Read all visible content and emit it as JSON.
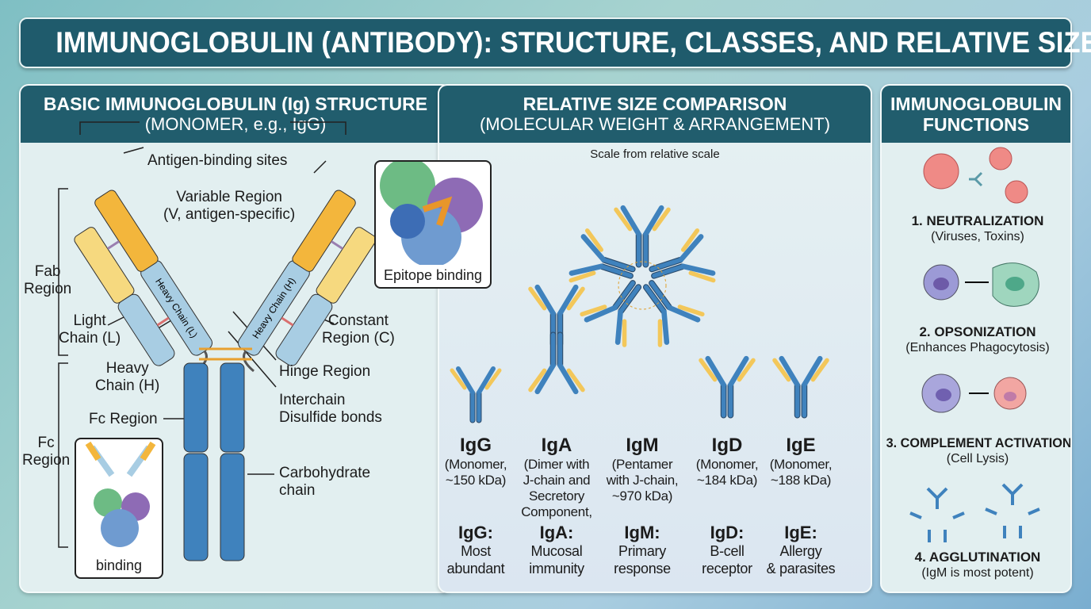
{
  "title": "IMMUNOGLOBULIN (ANTIBODY): STRUCTURE, CLASSES, AND RELATIVE SIZE",
  "structure": {
    "heading": "BASIC IMMUNOGLOBULIN (Ig) STRUCTURE",
    "subheading": "(MONOMER, e.g., IgG)",
    "labels": {
      "antigen_binding": "Antigen-binding sites",
      "variable_1": "Variable Region",
      "variable_2": "(V, antigen-specific)",
      "fab_1": "Fab",
      "fab_2": "Region",
      "light_1": "Light",
      "light_2": "Chain (L)",
      "heavy_l": "Heavy Chain (L)",
      "heavy_h": "Heavy Chain (H)",
      "constant_1": "Constant",
      "constant_2": "Region (C)",
      "heavy2_1": "Heavy",
      "heavy2_2": "Chain (H)",
      "hinge": "Hinge Region",
      "disulfide_1": "Interchain",
      "disulfide_2": "Disulfide bonds",
      "fc_region": "Fc Region",
      "fc2_1": "Fc",
      "fc2_2": "Region",
      "carb_1": "Carbohydrate",
      "carb_2": "chain",
      "epitope": "Epitope binding",
      "binding": "binding"
    }
  },
  "sizes": {
    "heading": "RELATIVE SIZE COMPARISON",
    "subheading": "(MOLECULAR WEIGHT & ARRANGEMENT)",
    "scale_note": "Scale from relative scale",
    "classes": [
      {
        "name": "IgG",
        "desc": [
          "(Monomer,",
          "~150 kDa)"
        ],
        "role_title": "IgG:",
        "role": [
          "Most",
          "abundant"
        ]
      },
      {
        "name": "IgA",
        "desc": [
          "(Dimer with",
          "J-chain and",
          "Secretory",
          "Component,"
        ],
        "role_title": "IgA:",
        "role": [
          "Mucosal",
          "immunity"
        ]
      },
      {
        "name": "IgM",
        "desc": [
          "(Pentamer",
          "with J-chain,",
          "~970 kDa)"
        ],
        "role_title": "IgM:",
        "role": [
          "Primary",
          "response"
        ]
      },
      {
        "name": "IgD",
        "desc": [
          "(Monomer,",
          "~184 kDa)"
        ],
        "role_title": "IgD:",
        "role": [
          "B-cell",
          "receptor"
        ]
      },
      {
        "name": "IgE",
        "desc": [
          "(Monomer,",
          "~188 kDa)"
        ],
        "role_title": "IgE:",
        "role": [
          "Allergy",
          "& parasites"
        ]
      }
    ]
  },
  "functions": {
    "heading_1": "IMMUNOGLOBULIN",
    "heading_2": "FUNCTIONS",
    "items": [
      {
        "title": "1. NEUTRALIZATION",
        "sub": "(Viruses, Toxins)"
      },
      {
        "title": "2. OPSONIZATION",
        "sub": "(Enhances Phagocytosis)"
      },
      {
        "title": "3. COMPLEMENT ACTIVATION",
        "sub": "(Cell Lysis)"
      },
      {
        "title": "4. AGGLUTINATION",
        "sub": "(IgM is most potent)"
      }
    ]
  },
  "colors": {
    "header": "#1f5b6c",
    "heavy_chain": "#3f82bd",
    "light_constant": "#a8cde3",
    "variable_heavy": "#f3b63c",
    "variable_light": "#f6d97f"
  }
}
